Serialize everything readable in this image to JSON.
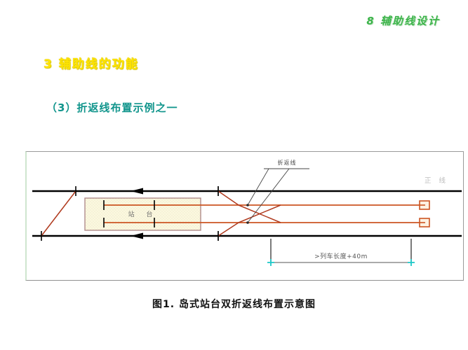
{
  "header": {
    "title": "8  辅助线设计",
    "color": "#3cb44a"
  },
  "headings": {
    "section": "3  辅助线的功能",
    "section_color": "#ffe400",
    "subsection": "（3）折返线布置示例之一",
    "subsection_color": "#11958c"
  },
  "diagram": {
    "platform_label": "站    台",
    "turnback_label": "折返线",
    "mainline_label": "正  线",
    "dimension_label": ">列车长度+40m",
    "colors": {
      "track_main": "#000000",
      "track_siding": "#cc5522",
      "switch_link": "#b03a1e",
      "platform_fill": "#fbf8e0",
      "platform_border": "#b08b8b",
      "dimension": "#555555",
      "dimension_tick": "#20c9c9",
      "leader": "#444444",
      "mainline_text": "#bdbdbd"
    }
  },
  "caption": {
    "text": "图1. 岛式站台双折返线布置示意图"
  }
}
